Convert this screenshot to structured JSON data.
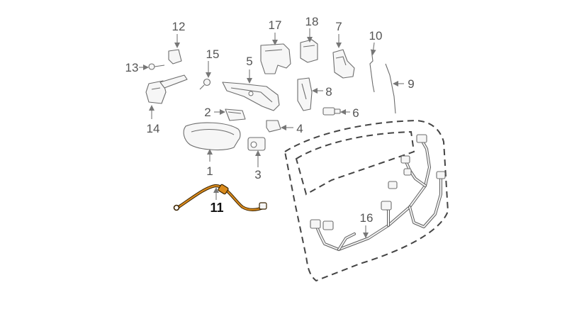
{
  "callouts": {
    "c1": "1",
    "c2": "2",
    "c3": "3",
    "c4": "4",
    "c5": "5",
    "c6": "6",
    "c7": "7",
    "c8": "8",
    "c9": "9",
    "c10": "10",
    "c11": "11",
    "c12": "12",
    "c13": "13",
    "c14": "14",
    "c15": "15",
    "c16": "16",
    "c17": "17",
    "c18": "18"
  },
  "colors": {
    "highlight_cable": "#d98a1c",
    "line_art": "#6d6d6d",
    "callout_text": "#555555"
  }
}
